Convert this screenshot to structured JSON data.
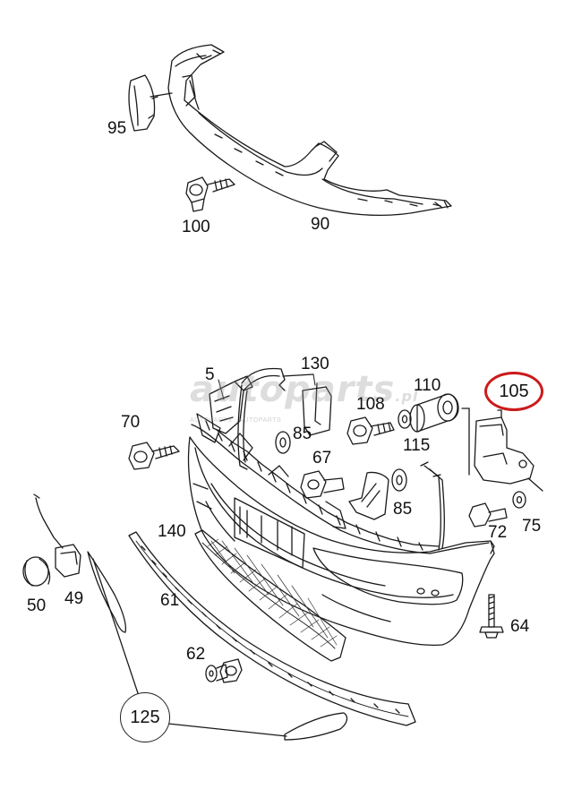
{
  "diagram": {
    "callouts": [
      {
        "id": "95",
        "label": "95"
      },
      {
        "id": "100",
        "label": "100"
      },
      {
        "id": "90",
        "label": "90"
      },
      {
        "id": "5",
        "label": "5"
      },
      {
        "id": "130",
        "label": "130"
      },
      {
        "id": "110",
        "label": "110"
      },
      {
        "id": "108",
        "label": "108"
      },
      {
        "id": "85a",
        "label": "85"
      },
      {
        "id": "115",
        "label": "115"
      },
      {
        "id": "70",
        "label": "70"
      },
      {
        "id": "67",
        "label": "67"
      },
      {
        "id": "85b",
        "label": "85"
      },
      {
        "id": "72",
        "label": "72"
      },
      {
        "id": "75",
        "label": "75"
      },
      {
        "id": "140",
        "label": "140"
      },
      {
        "id": "50",
        "label": "50"
      },
      {
        "id": "49",
        "label": "49"
      },
      {
        "id": "61",
        "label": "61"
      },
      {
        "id": "64",
        "label": "64"
      },
      {
        "id": "62",
        "label": "62"
      }
    ],
    "circled_callout": {
      "label": "125"
    },
    "highlighted_callout": {
      "label": "105",
      "color": "#cc1a1a"
    }
  },
  "watermark": {
    "text": "autoparts",
    "suffix": ".pl",
    "sub": "AUTOPARTS · AUTOPARTS"
  }
}
